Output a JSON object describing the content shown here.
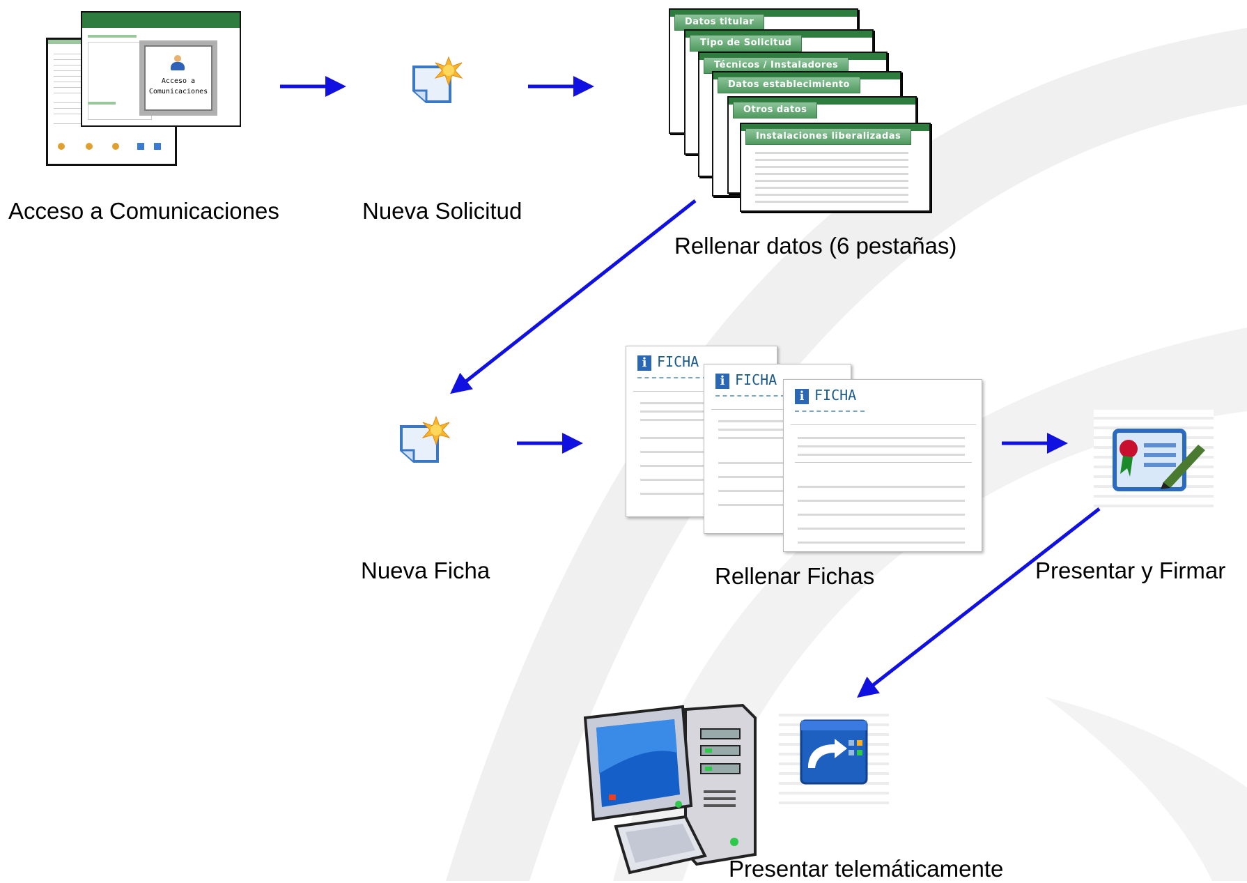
{
  "labels": {
    "acceso": "Acceso a Comunicaciones",
    "nueva_solicitud": "Nueva Solicitud",
    "rellenar_datos": "Rellenar datos (6 pestañas)",
    "nueva_ficha": "Nueva Ficha",
    "rellenar_fichas": "Rellenar Fichas",
    "presentar_firmar": "Presentar y Firmar",
    "presentar_telematicamente": "Presentar telemáticamente"
  },
  "acceso_card": {
    "button_label": "Acceso a Comunicaciones"
  },
  "tabs": [
    "Datos titular",
    "Tipo de Solicitud",
    "Técnicos / Instaladores",
    "Datos establecimiento",
    "Otros datos",
    "Instalaciones liberalizadas"
  ],
  "ficha_title": "FICHA",
  "colors": {
    "arrow": "#1010e0",
    "tab_green": "#2f7d3e",
    "label_text": "#000000"
  },
  "icons": {
    "new_doc": "new-document-icon",
    "sign": "sign-certificate-icon",
    "submit": "submit-window-icon",
    "computer": "desktop-computer-icon"
  }
}
